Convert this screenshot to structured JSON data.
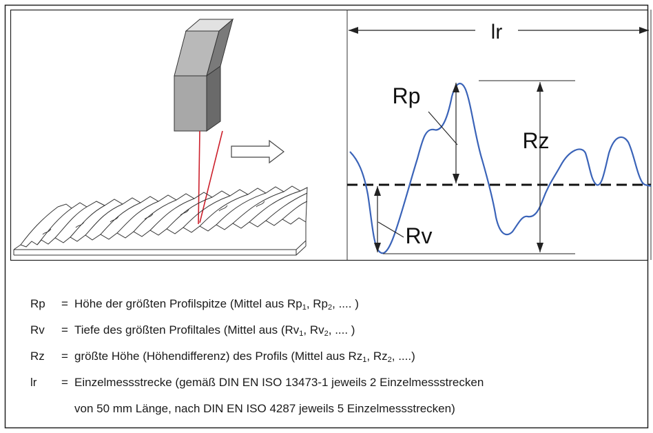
{
  "diagram": {
    "labels": {
      "lr": "lr",
      "rp": "Rp",
      "rz": "Rz",
      "rv": "Rv"
    },
    "colors": {
      "profile_line": "#3a63b8",
      "laser_beam": "#cc1f2b",
      "sensor_light": "#c8c8c8",
      "sensor_mid": "#9a9a9a",
      "sensor_dark": "#6e6e6e"
    }
  },
  "legend": {
    "rows": [
      {
        "abbr": "Rp",
        "eq": "=",
        "text_before": "Höhe der größten Profilspitze (Mittel aus Rp",
        "sub1": "1",
        "mid": ", Rp",
        "sub2": "2",
        "text_after": ", .... )"
      },
      {
        "abbr": "Rv",
        "eq": "=",
        "text_before": "Tiefe des größten Profiltales (Mittel aus (Rv",
        "sub1": "1",
        "mid": ", Rv",
        "sub2": "2",
        "text_after": ", .... )"
      },
      {
        "abbr": "Rz",
        "eq": "=",
        "text_before": "größte Höhe (Höhendifferenz) des Profils (Mittel aus Rz",
        "sub1": "1",
        "mid": ", Rz",
        "sub2": "2",
        "text_after": ", ....)"
      },
      {
        "abbr": "lr",
        "eq": "=",
        "text": "Einzelmessstrecke (gemäß DIN EN ISO 13473-1 jeweils 2 Einzelmessstrecken"
      }
    ],
    "continuation": "von 50 mm Länge, nach DIN EN ISO 4287 jeweils 5 Einzelmessstrecken)"
  }
}
